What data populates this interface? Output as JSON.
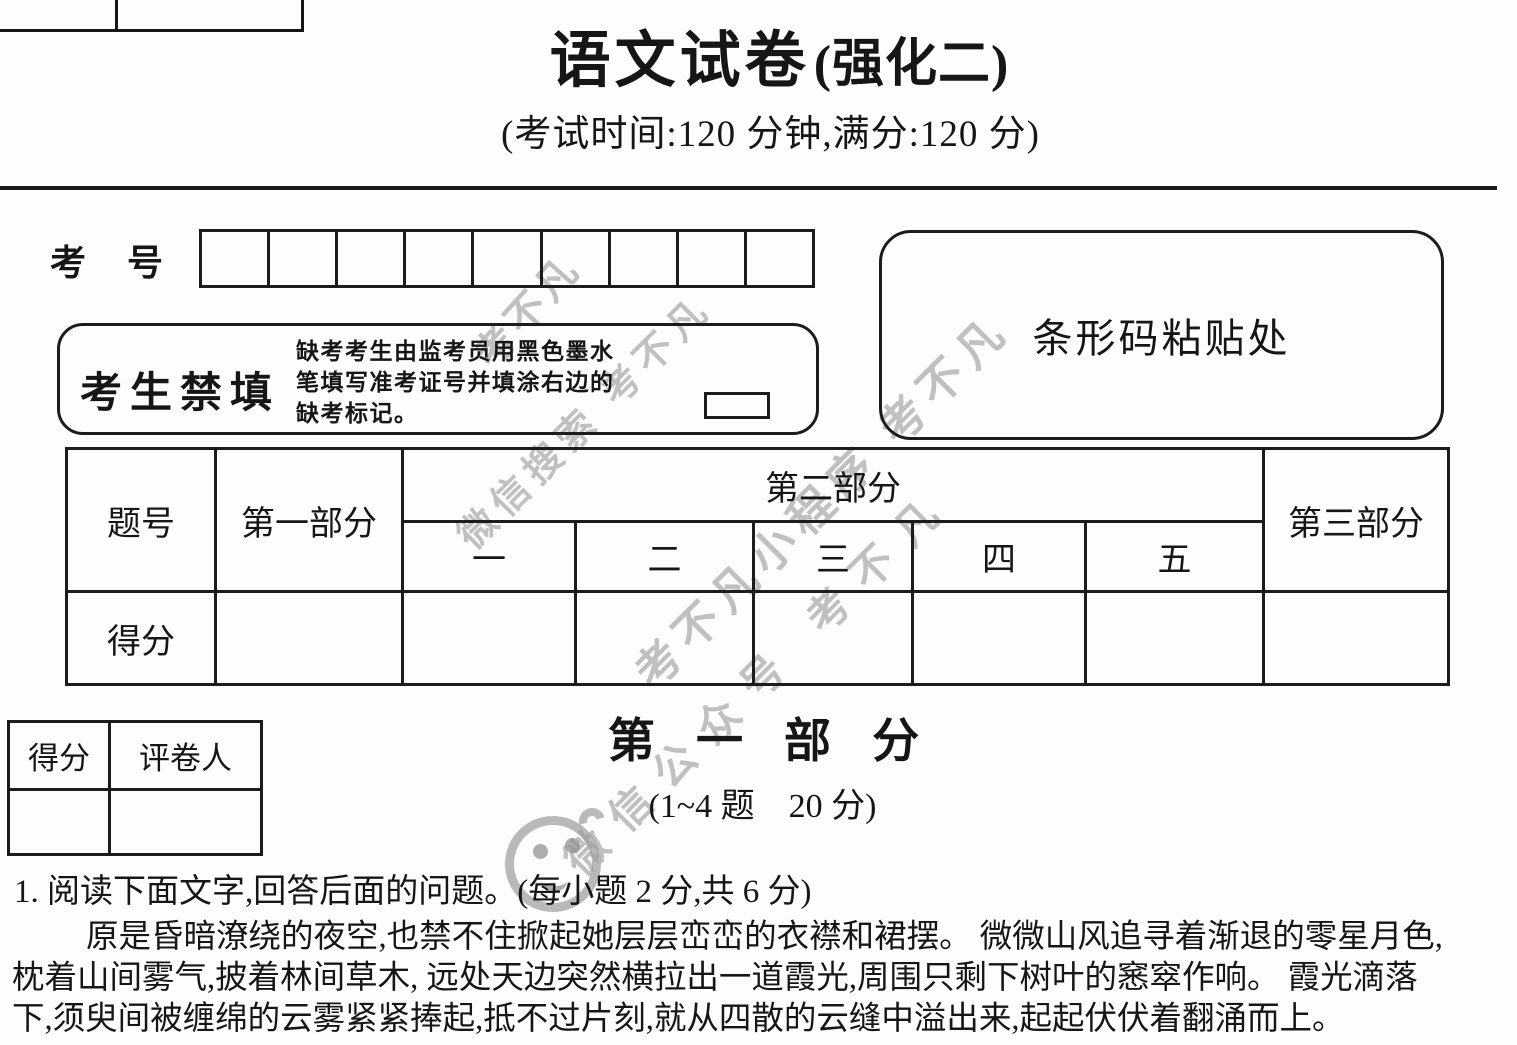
{
  "header": {
    "title": "语文试卷",
    "title_suffix": "(强化二)",
    "subtitle": "(考试时间:120 分钟,满分:120 分)"
  },
  "exam_number": {
    "label": "考 号",
    "box_count": 9
  },
  "forbid_box": {
    "label": "考生禁填",
    "instruction_lines": [
      "缺考考生由监考员用黑色墨水",
      "笔填写准考证号并填涂右边的",
      "缺考标记。"
    ]
  },
  "barcode_box": {
    "label": "条形码粘贴处"
  },
  "score_table": {
    "question_header": "题号",
    "score_header": "得分",
    "part1": "第一部分",
    "part2": "第二部分",
    "part2_sub": [
      "一",
      "二",
      "三",
      "四",
      "五"
    ],
    "part3": "第三部分"
  },
  "grader_table": {
    "score_label": "得分",
    "grader_label": "评卷人"
  },
  "section": {
    "heading": "第 一 部 分",
    "subheading": "(1~4 题　20 分)"
  },
  "question": {
    "text": "1. 阅读下面文字,回答后面的问题。(每小题 2 分,共 6 分)"
  },
  "passage": {
    "lines": [
      "原是昏暗潦绕的夜空,也禁不住掀起她层层峦峦的衣襟和裙摆。 微微山风追寻着渐退的零星月色,",
      "枕着山间雾气,披着林间草木, 远处天边突然横拉出一道霞光,周围只剩下树叶的窸窣作响。 霞光滴落",
      "下,须臾间被缠绵的云雾紧紧捧起,抵不过片刻,就从四散的云缝中溢出来,起起伏伏着翻涌而上。"
    ]
  },
  "watermarks": {
    "stamp": "考不凡",
    "line1": "微信搜索 考不凡",
    "line2": "考不凡小程序 考不凡",
    "line3": "微信公众号 考不凡",
    "logo": "kaobufan-smiley-logo"
  },
  "colors": {
    "ink": "#1c1c1c",
    "paper": "#fdfdfb",
    "watermark": "#8f8f8f"
  }
}
